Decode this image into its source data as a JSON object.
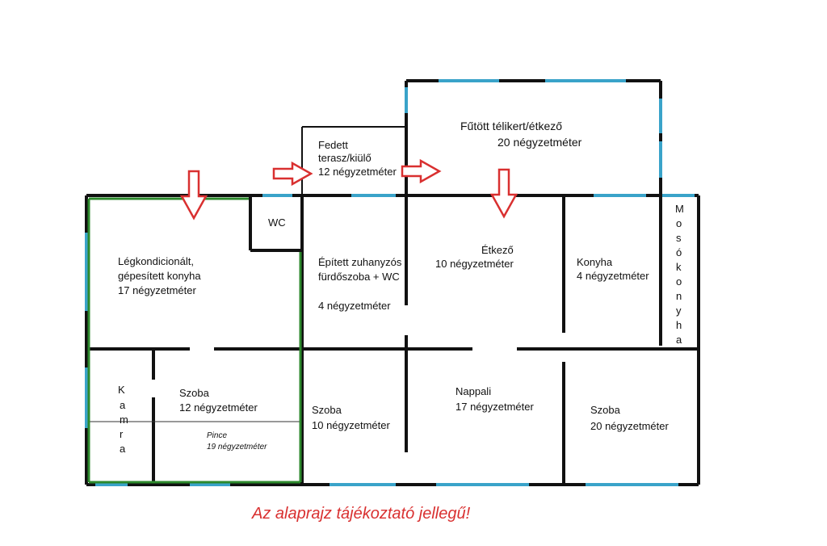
{
  "rooms": {
    "covered_terrace": [
      "Fedett",
      "terasz/kiülő",
      "12 négyzetméter"
    ],
    "winter_garden": [
      "Fűtött télikert/étkező",
      "20 négyzetméter"
    ],
    "ac_kitchen": [
      "Légkondicionált,",
      "gépesített konyha",
      "17 négyzetméter"
    ],
    "wc": "WC",
    "bathroom": [
      "Épített zuhanyzós",
      "fürdőszoba + WC",
      "4 négyzetméter"
    ],
    "dining": [
      "Étkező",
      "10 négyzetméter"
    ],
    "kitchen": [
      "Konyha",
      "4 négyzetméter"
    ],
    "laundry_kitchen": [
      "M",
      "o",
      "s",
      "ó",
      "k",
      "o",
      "n",
      "y",
      "h",
      "a"
    ],
    "pantry": [
      "K",
      "a",
      "m",
      "r",
      "a"
    ],
    "room_12": [
      "Szoba",
      "12 négyzetméter"
    ],
    "cellar": [
      "Pince",
      "19 négyzetméter"
    ],
    "room_10": [
      "Szoba",
      "10 négyzetméter"
    ],
    "living": [
      "Nappali",
      "17 négyzetméter"
    ],
    "room_20": [
      "Szoba",
      "20 négyzetméter"
    ]
  },
  "notice": "Az alaprajz tájékoztató jellegű!",
  "colors": {
    "wall": "#111111",
    "window": "#3aa3c9",
    "rented_outline": "#2d8a2d",
    "arrow": "#d93030",
    "notice": "#d93030"
  }
}
